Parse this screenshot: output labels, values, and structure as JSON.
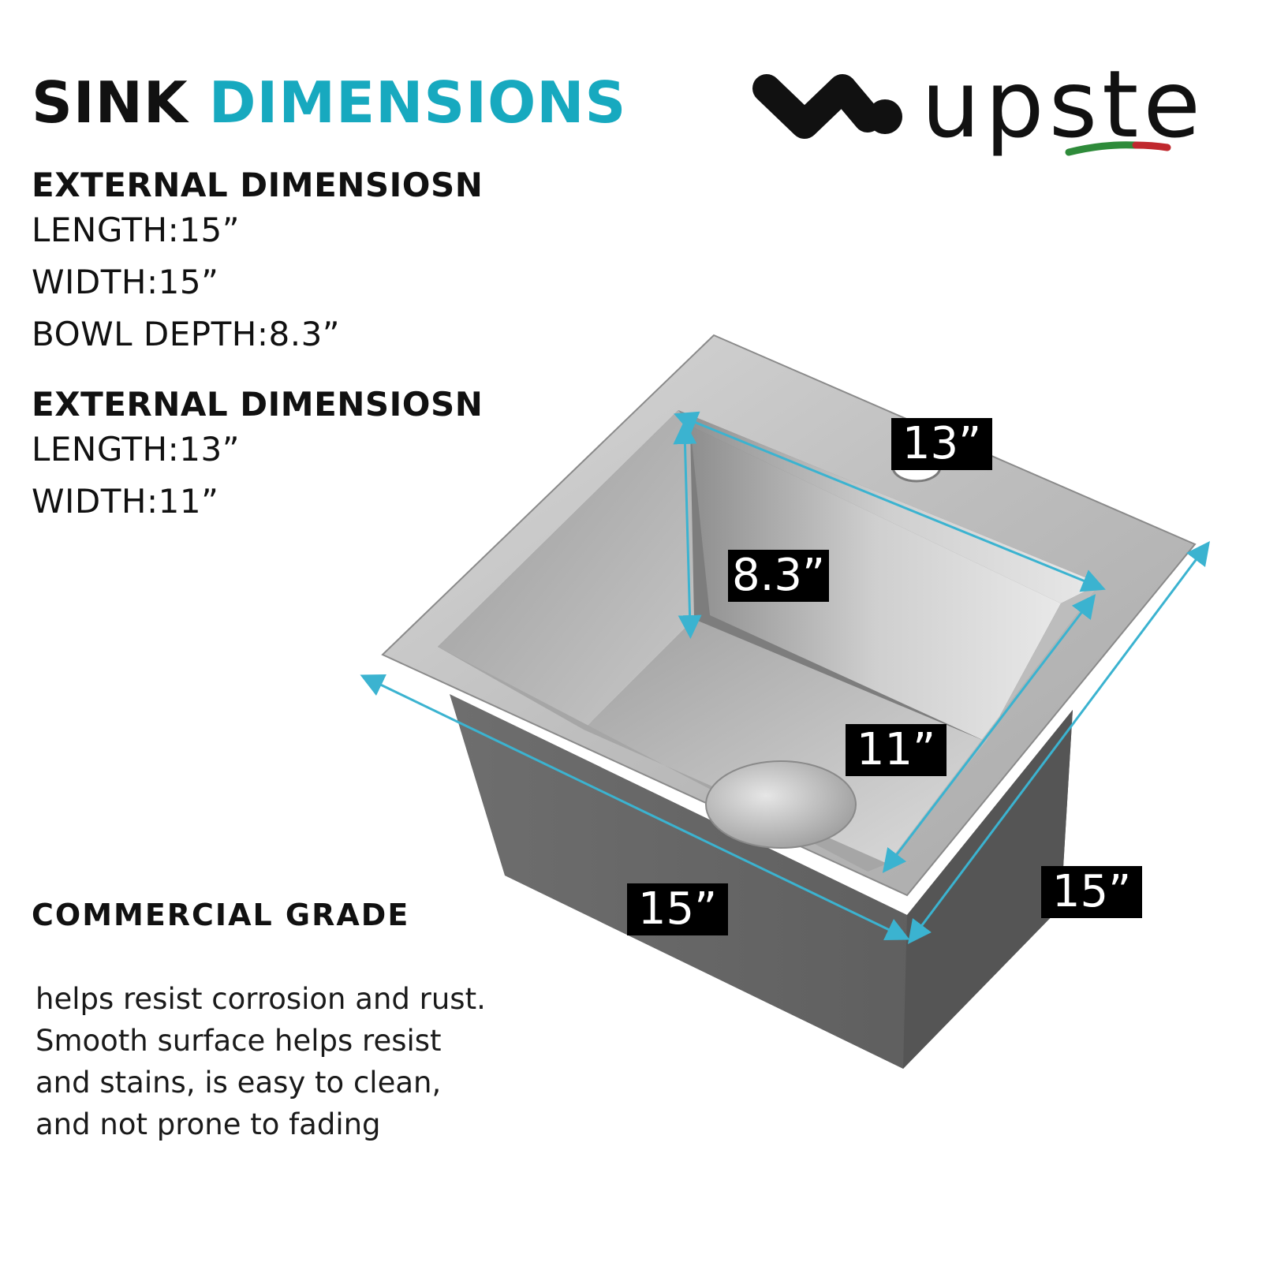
{
  "header": {
    "title_word1": "SINK",
    "title_word2": "DIMENSIONS"
  },
  "brand": {
    "name": "upste",
    "flag_colors": [
      "#2e8b3a",
      "#ffffff",
      "#c0282d"
    ]
  },
  "external_dimensions": {
    "heading": "EXTERNAL DIMENSIOSN",
    "length": "LENGTH:15”",
    "width": "WIDTH:15”",
    "bowl_depth": "BOWL DEPTH:8.3”"
  },
  "internal_dimensions": {
    "heading": "EXTERNAL DIMENSIOSN",
    "length": "LENGTH:13”",
    "width": "WIDTH:11”"
  },
  "grade": {
    "heading": "COMMERCIAL GRADE",
    "lines": [
      "helps resist corrosion and rust.",
      "Smooth surface helps resist",
      "and stains, is easy to clean,",
      "and not prone to fading"
    ]
  },
  "dimension_labels": {
    "inner_length": "13”",
    "bowl_depth": "8.3”",
    "inner_width": "11”",
    "outer_length": "15”",
    "outer_width": "15”"
  },
  "colors": {
    "accent": "#17a9bf",
    "arrow": "#3bb3d0"
  }
}
